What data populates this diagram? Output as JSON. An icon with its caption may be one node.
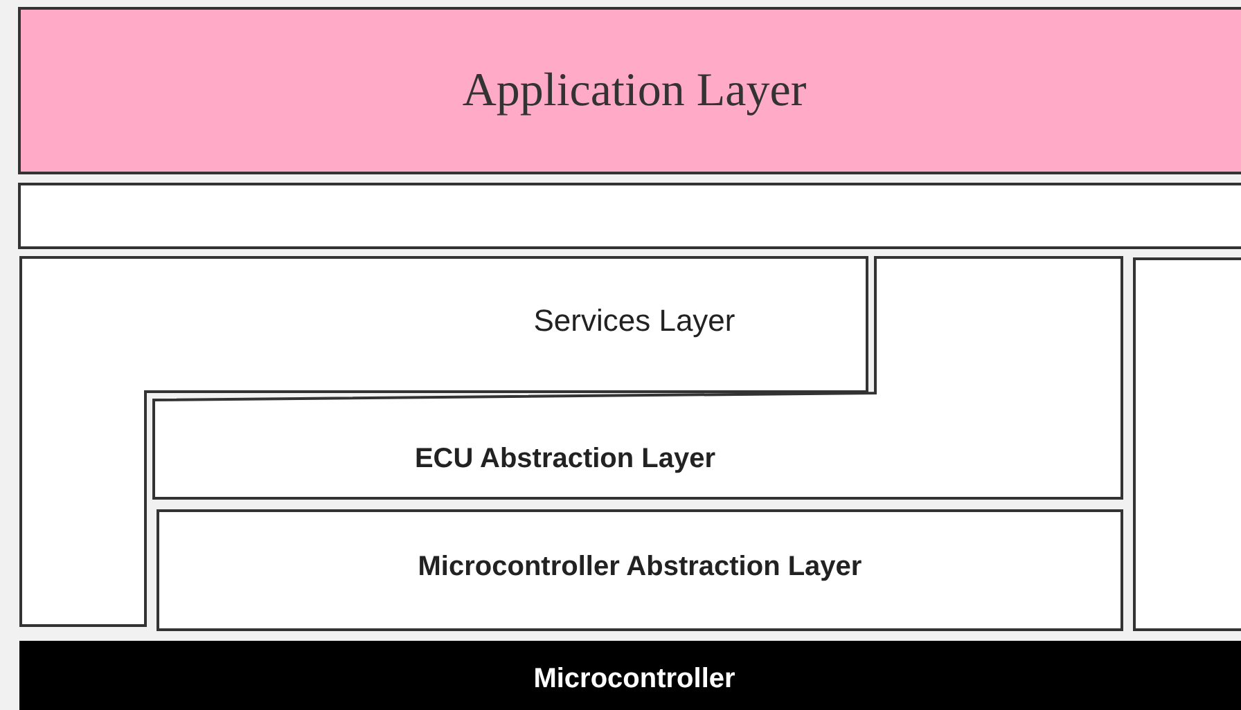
{
  "diagram": {
    "nodes": [
      {
        "text": [
          "Application Layer"
        ]
      },
      {
        "text": [],
        "shape": "box"
      },
      {
        "text": [
          "Services Layer"
        ]
      },
      {
        "text": [
          "ECU Abstraction Layer"
        ]
      },
      {
        "text": [
          "Microcontroller Abstraction Layer"
        ]
      },
      {
        "text": [],
        "shape": "box"
      },
      {
        "text": [
          "Microcontroller"
        ]
      }
    ]
  }
}
